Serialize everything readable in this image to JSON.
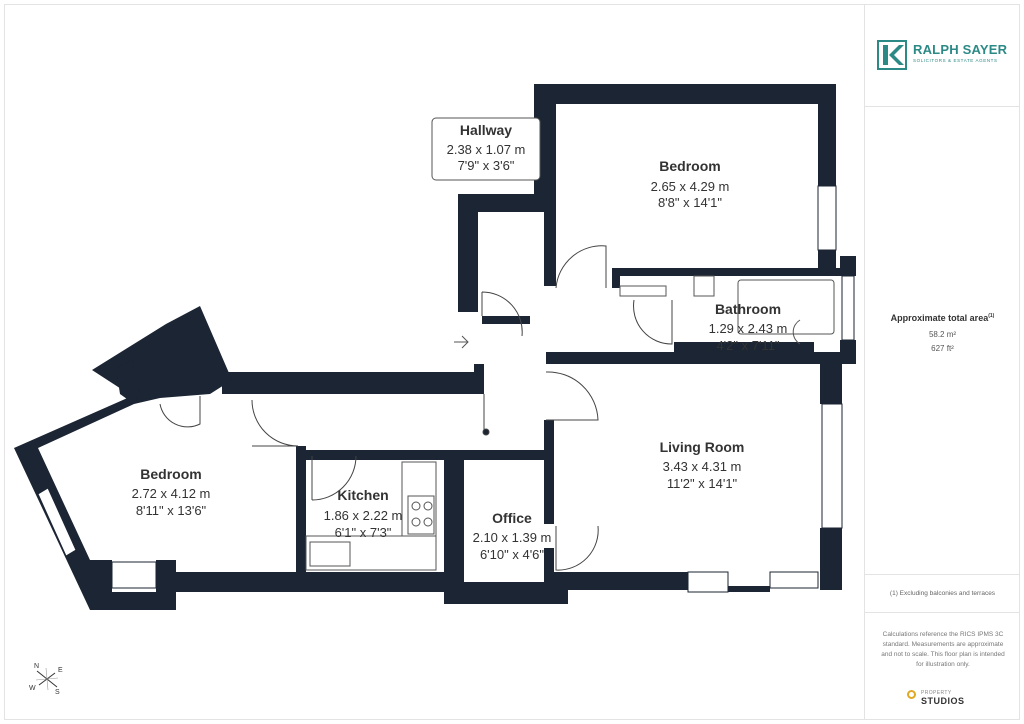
{
  "brand": {
    "name": "RALPH SAYER",
    "tagline": "SOLICITORS & ESTATE AGENTS",
    "color": "#2c8a86"
  },
  "colors": {
    "wall": "#1b2533",
    "label_border": "#555555"
  },
  "rooms": [
    {
      "name": "Hallway",
      "metric": "2.38 x 1.07 m",
      "imperial": "7'9\" x 3'6\""
    },
    {
      "name": "Bedroom",
      "metric": "2.65 x 4.29 m",
      "imperial": "8'8\" x 14'1\""
    },
    {
      "name": "Bathroom",
      "metric": "1.29 x 2.43 m",
      "imperial": "4'2\" x 7'11\""
    },
    {
      "name": "Living Room",
      "metric": "3.43 x 4.31 m",
      "imperial": "11'2\" x 14'1\""
    },
    {
      "name": "Bedroom",
      "metric": "2.72 x 4.12 m",
      "imperial": "8'11\" x 13'6\""
    },
    {
      "name": "Kitchen",
      "metric": "1.86 x 2.22 m",
      "imperial": "6'1\" x 7'3\""
    },
    {
      "name": "Office",
      "metric": "2.10 x 1.39 m",
      "imperial": "6'10\" x 4'6\""
    }
  ],
  "compass": {
    "n": "N",
    "e": "E",
    "s": "S",
    "w": "W"
  },
  "summary": {
    "title": "Approximate total area",
    "note_mark": "(1)",
    "metric": "58.2 m²",
    "imperial": "627 ft²"
  },
  "exclusion_note": "(1) Excluding balconies and terraces",
  "disclaimer": "Calculations reference the RICS IPMS 3C standard. Measurements are approximate and not to scale. This floor plan is intended for illustration only.",
  "footer_logo": {
    "small": "PROPERTY",
    "big": "STUDIOS"
  }
}
